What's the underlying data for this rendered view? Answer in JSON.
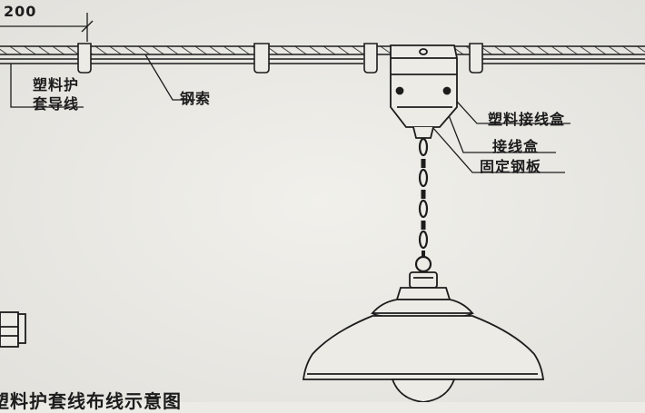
{
  "diagram": {
    "dimension_label": "200",
    "labels": {
      "plastic_sheath_line1": "塑料护",
      "plastic_sheath_line2": "套导线",
      "steel_cable": "钢索",
      "plastic_junction_box": "塑料接线盒",
      "junction_box": "接线盒",
      "fixing_steel_plate": "固定钢板"
    },
    "caption_partial": "塑料护套线布线示意图"
  },
  "colors": {
    "paper": "#ecebe6",
    "ink": "#1c1c1c"
  }
}
